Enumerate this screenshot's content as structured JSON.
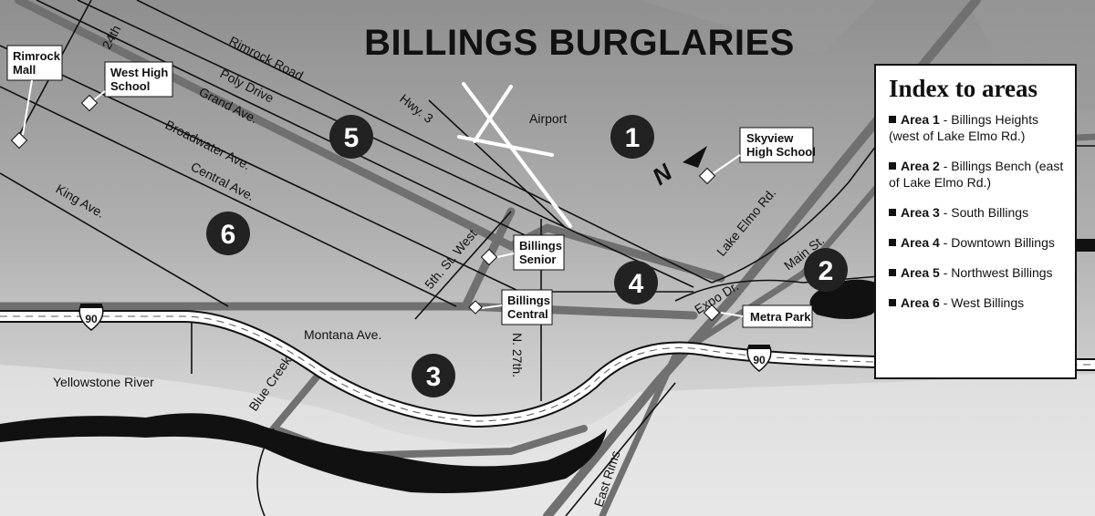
{
  "title": "BILLINGS BURGLARIES",
  "streets": {
    "rimrock_road": "Rimrock Road",
    "poly_drive": "Poly Drive",
    "grand_ave": "Grand Ave.",
    "broadwater_ave": "Broadwater Ave.",
    "central_ave": "Central Ave.",
    "king_ave": "King Ave.",
    "twenty_fourth": "24th",
    "hwy3": "Hwy. 3",
    "fifth_st_west": "5th. St. West",
    "montana_ave": "Montana Ave.",
    "n_27th": "N. 27th.",
    "lake_elmo_rd": "Lake Elmo Rd.",
    "main_st": "Main St.",
    "expo_dr": "Expo Dr.",
    "east_rims": "East Rims",
    "blue_creek": "Blue Creek",
    "airport": "Airport",
    "yellowstone_river_1": "Yellowstone River",
    "yellowstone_river_2": "Yellowstone River"
  },
  "interstate": {
    "shield_1": "90",
    "shield_2": "90"
  },
  "landmarks": {
    "rimrock_mall": [
      "Rimrock",
      "Mall"
    ],
    "west_high": [
      "West High",
      "School"
    ],
    "skyview_high": [
      "Skyview",
      "High School"
    ],
    "billings_senior": [
      "Billings",
      "Senior"
    ],
    "billings_central": [
      "Billings",
      "Central"
    ],
    "metra_park": "Metra Park"
  },
  "north_arrow": "N",
  "areas": [
    {
      "number": "1"
    },
    {
      "number": "2"
    },
    {
      "number": "3"
    },
    {
      "number": "4"
    },
    {
      "number": "5"
    },
    {
      "number": "6"
    }
  ],
  "legend": {
    "title": "Index to areas",
    "items": [
      {
        "area": "Area 1",
        "desc": " - Billings Heights (west of Lake Elmo Rd.)"
      },
      {
        "area": "Area 2",
        "desc": " - Billings Bench (east of Lake Elmo Rd.)"
      },
      {
        "area": "Area 3",
        "desc": " - South Billings"
      },
      {
        "area": "Area 4",
        "desc": " - Downtown Billings"
      },
      {
        "area": "Area 5",
        "desc": " - Northwest Billings"
      },
      {
        "area": "Area 6",
        "desc": " - West Billings"
      }
    ]
  },
  "colors": {
    "rims_gray": "#8c8c8c",
    "land_gray": "#a9a9a9",
    "river": "#111111",
    "highlight": "#6e6e6e"
  }
}
